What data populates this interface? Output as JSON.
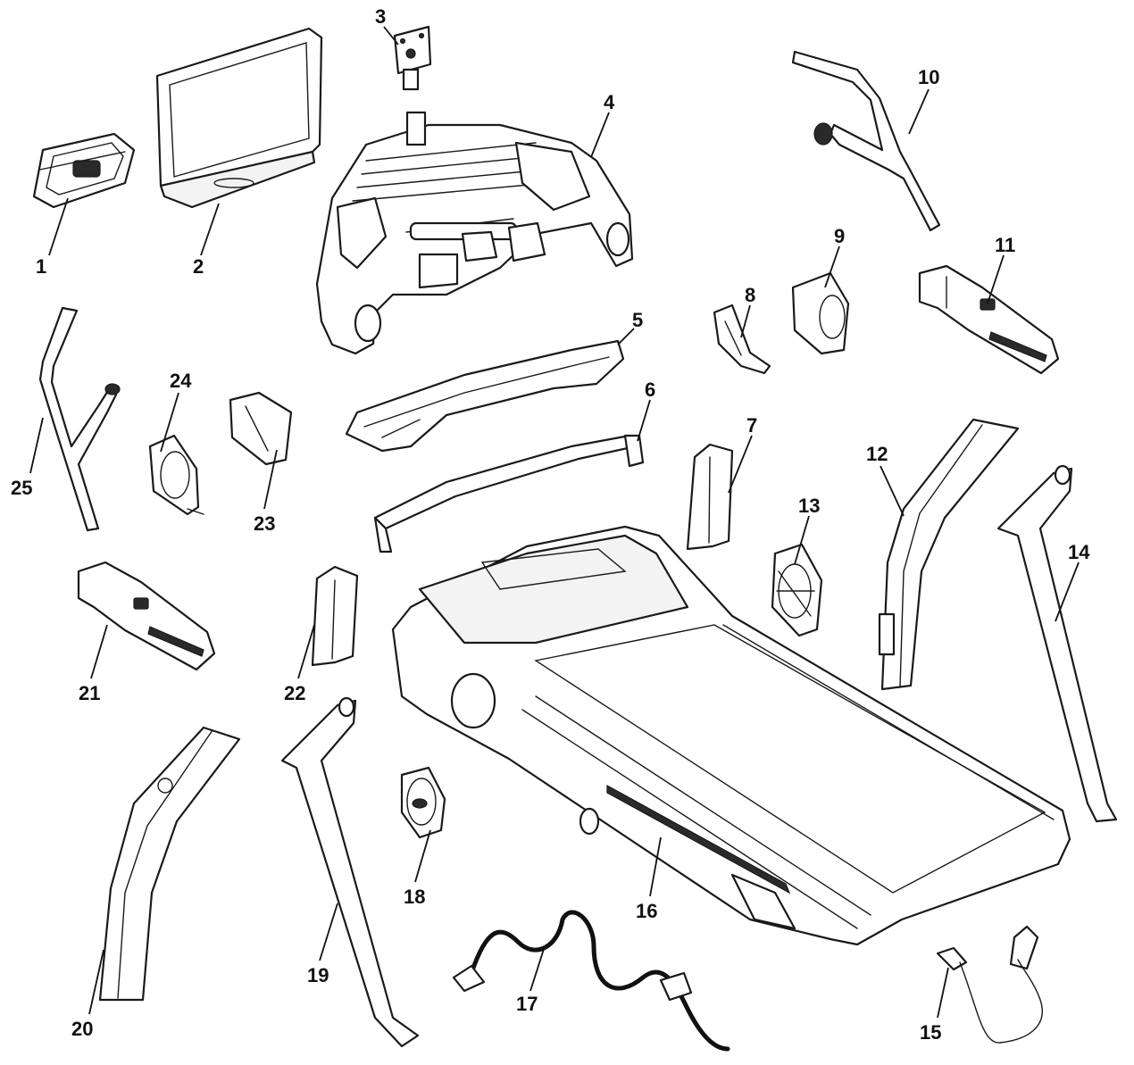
{
  "diagram": {
    "callouts": [
      {
        "id": "1",
        "label": "1"
      },
      {
        "id": "2",
        "label": "2"
      },
      {
        "id": "3",
        "label": "3"
      },
      {
        "id": "4",
        "label": "4"
      },
      {
        "id": "5",
        "label": "5"
      },
      {
        "id": "6",
        "label": "6"
      },
      {
        "id": "7",
        "label": "7"
      },
      {
        "id": "8",
        "label": "8"
      },
      {
        "id": "9",
        "label": "9"
      },
      {
        "id": "10",
        "label": "10"
      },
      {
        "id": "11",
        "label": "11"
      },
      {
        "id": "12",
        "label": "12"
      },
      {
        "id": "13",
        "label": "13"
      },
      {
        "id": "14",
        "label": "14"
      },
      {
        "id": "15",
        "label": "15"
      },
      {
        "id": "16",
        "label": "16"
      },
      {
        "id": "17",
        "label": "17"
      },
      {
        "id": "18",
        "label": "18"
      },
      {
        "id": "19",
        "label": "19"
      },
      {
        "id": "20",
        "label": "20"
      },
      {
        "id": "21",
        "label": "21"
      },
      {
        "id": "22",
        "label": "22"
      },
      {
        "id": "23",
        "label": "23"
      },
      {
        "id": "24",
        "label": "24"
      },
      {
        "id": "25",
        "label": "25"
      }
    ]
  },
  "colors": {
    "line": "#1a1a1a",
    "background": "#ffffff"
  }
}
